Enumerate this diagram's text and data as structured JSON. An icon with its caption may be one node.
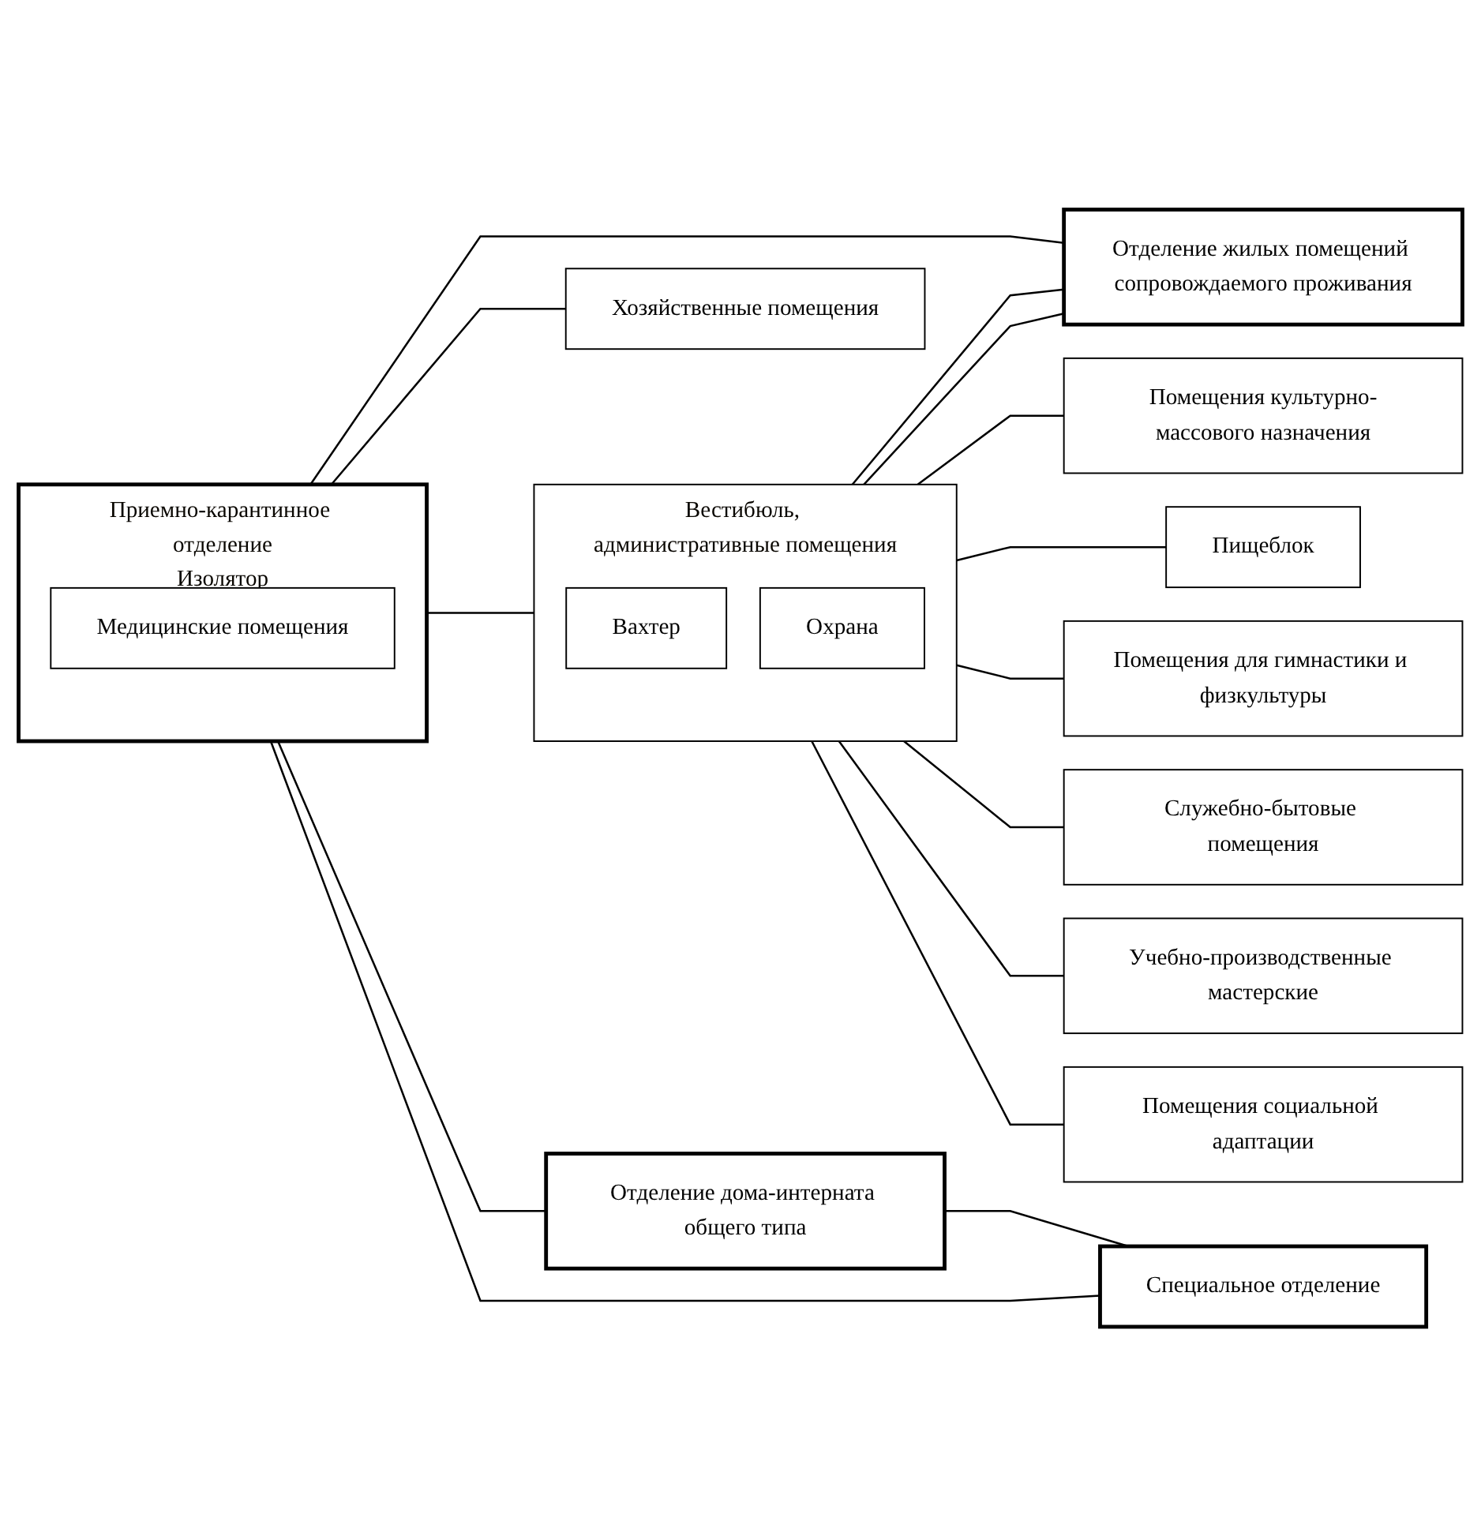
{
  "diagram": {
    "nodes": [
      {
        "text": [
          "Приемно-карантинное отделение",
          "Изолятор"
        ]
      },
      {
        "text": [
          "Медицинские помещения"
        ],
        "in": 0
      },
      {
        "text": [
          "Вестибюль, административные помещения"
        ]
      },
      {
        "text": [
          "Вахтер"
        ],
        "in": 2
      },
      {
        "text": [
          "Охрана"
        ],
        "in": 2
      },
      {
        "text": [
          "Хозяйственные помещения"
        ]
      },
      {
        "text": [
          "Отделение жилых помещений сопровождаемого проживания"
        ]
      },
      {
        "text": [
          "Отделение дома-интерната общего типа"
        ]
      },
      {
        "text": [
          "Специальное отделение"
        ]
      },
      {
        "text": [
          "Помещения культурно-массового назначения"
        ]
      },
      {
        "text": [
          "Пищеблок"
        ]
      },
      {
        "text": [
          "Помещения для гимнастики и физкультуры"
        ]
      },
      {
        "text": [
          "Служебно-бытовые помещения"
        ]
      },
      {
        "text": [
          "Учебно-производственные мастерские"
        ]
      },
      {
        "text": [
          "Помещения социальной адаптации"
        ]
      }
    ],
    "edges": [
      {
        "from": 0,
        "to": 2,
        "arrow": "none"
      },
      {
        "from": 0,
        "to": 5,
        "arrow": "none"
      },
      {
        "from": 0,
        "to": 6,
        "arrow": "none"
      },
      {
        "from": 2,
        "to": 6,
        "arrow": "none"
      },
      {
        "from": 2,
        "to": 6,
        "arrow": "none"
      },
      {
        "from": 0,
        "to": 7,
        "arrow": "none"
      },
      {
        "from": 0,
        "to": 8,
        "arrow": "none"
      },
      {
        "from": 7,
        "to": 8,
        "arrow": "none"
      },
      {
        "from": 2,
        "to": 9,
        "arrow": "none"
      },
      {
        "from": 2,
        "to": 10,
        "arrow": "none"
      },
      {
        "from": 2,
        "to": 11,
        "arrow": "none"
      },
      {
        "from": 2,
        "to": 12,
        "arrow": "none"
      },
      {
        "from": 2,
        "to": 13,
        "arrow": "none"
      },
      {
        "from": 2,
        "to": 14,
        "arrow": "none"
      }
    ]
  }
}
